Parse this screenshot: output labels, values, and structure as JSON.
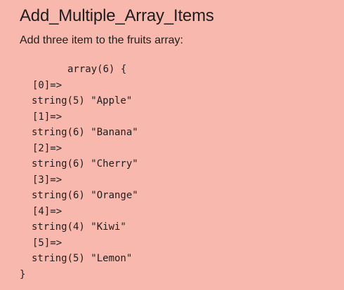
{
  "title": "Add_Multiple_Array_Items",
  "instruction": "Add three item to the fruits array:",
  "dump": {
    "header": "array(6) {",
    "entries": [
      {
        "key": "[0]=>",
        "value": "string(5) \"Apple\""
      },
      {
        "key": "[1]=>",
        "value": "string(6) \"Banana\""
      },
      {
        "key": "[2]=>",
        "value": "string(6) \"Cherry\""
      },
      {
        "key": "[3]=>",
        "value": "string(6) \"Orange\""
      },
      {
        "key": "[4]=>",
        "value": "string(4) \"Kiwi\""
      },
      {
        "key": "[5]=>",
        "value": "string(5) \"Lemon\""
      }
    ],
    "closing": "}"
  },
  "colors": {
    "background": "#f8b8ad",
    "text": "#1e1e1e"
  }
}
